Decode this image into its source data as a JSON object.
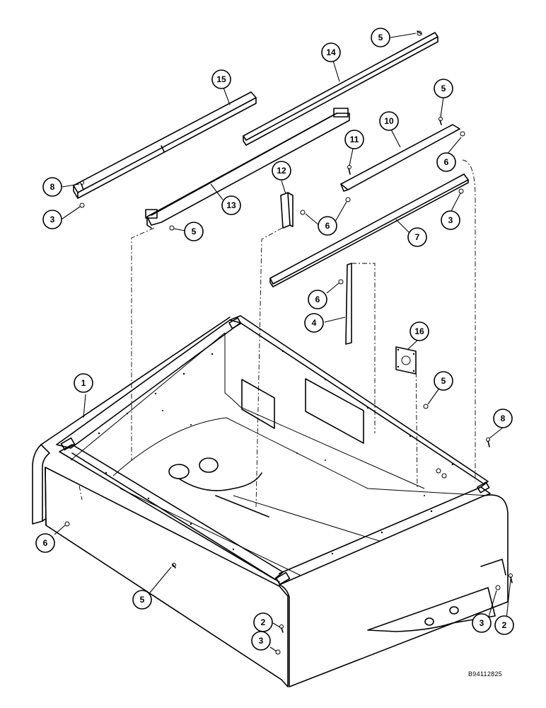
{
  "diagram": {
    "reference_code": "B94112825",
    "callouts": [
      {
        "id": "c1",
        "label": "1"
      },
      {
        "id": "c2a",
        "label": "2"
      },
      {
        "id": "c2b",
        "label": "2"
      },
      {
        "id": "c3a",
        "label": "3"
      },
      {
        "id": "c3b",
        "label": "3"
      },
      {
        "id": "c3c",
        "label": "3"
      },
      {
        "id": "c3d",
        "label": "3"
      },
      {
        "id": "c4",
        "label": "4"
      },
      {
        "id": "c5a",
        "label": "5"
      },
      {
        "id": "c5b",
        "label": "5"
      },
      {
        "id": "c5c",
        "label": "5"
      },
      {
        "id": "c5d",
        "label": "5"
      },
      {
        "id": "c5e",
        "label": "5"
      },
      {
        "id": "c6a",
        "label": "6"
      },
      {
        "id": "c6b",
        "label": "6"
      },
      {
        "id": "c6c",
        "label": "6"
      },
      {
        "id": "c6d",
        "label": "6"
      },
      {
        "id": "c7",
        "label": "7"
      },
      {
        "id": "c8a",
        "label": "8"
      },
      {
        "id": "c8b",
        "label": "8"
      },
      {
        "id": "c10",
        "label": "10"
      },
      {
        "id": "c11",
        "label": "11"
      },
      {
        "id": "c12",
        "label": "12"
      },
      {
        "id": "c13",
        "label": "13"
      },
      {
        "id": "c14",
        "label": "14"
      },
      {
        "id": "c15",
        "label": "15"
      },
      {
        "id": "c16",
        "label": "16"
      }
    ]
  }
}
